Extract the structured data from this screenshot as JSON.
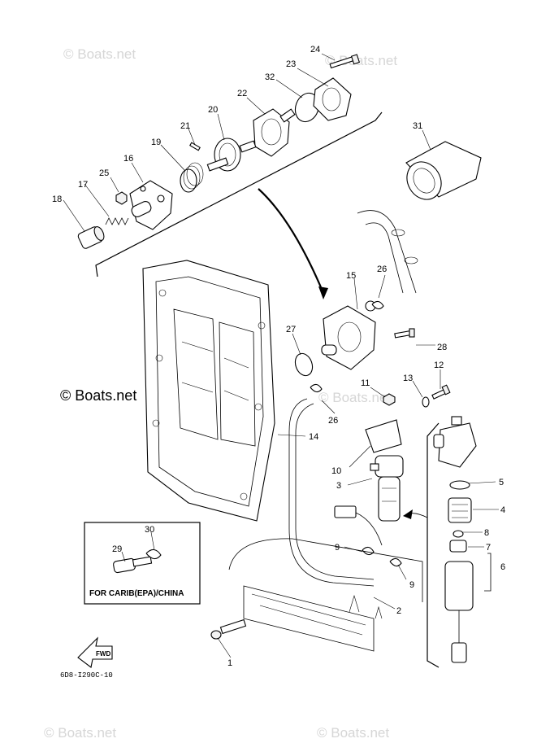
{
  "watermarks": {
    "top_left": "© Boats.net",
    "top_right": "© Boats.net",
    "middle_left": "© Boats.net",
    "middle_right": "© Boats.net",
    "bottom_left": "© Boats.net",
    "bottom_right": "© Boats.net"
  },
  "part_labels": {
    "p1": "1",
    "p2": "2",
    "p3": "3",
    "p4": "4",
    "p5": "5",
    "p6": "6",
    "p7": "7",
    "p8": "8",
    "p9a": "9",
    "p9b": "9",
    "p10": "10",
    "p11": "11",
    "p12": "12",
    "p13": "13",
    "p14": "14",
    "p15": "15",
    "p16": "16",
    "p17": "17",
    "p18": "18",
    "p19": "19",
    "p20": "20",
    "p21": "21",
    "p22": "22",
    "p23": "23",
    "p24": "24",
    "p25": "25",
    "p26a": "26",
    "p26b": "26",
    "p27": "27",
    "p28": "28",
    "p29": "29",
    "p30": "30",
    "p31": "31",
    "p32": "32"
  },
  "inset_note": "FOR CARIB(EPA)/CHINA",
  "fwd_label": "FWD",
  "diagram_code": "6D8-I290C-10"
}
